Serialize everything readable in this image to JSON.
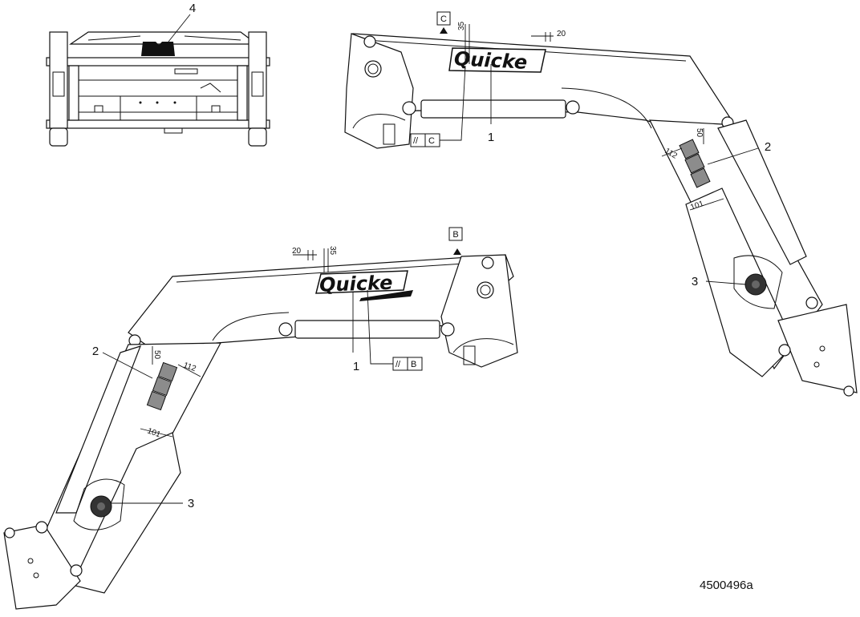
{
  "callouts": {
    "front_view_4": "4",
    "right_arm_1": "1",
    "right_arm_2": "2",
    "right_arm_3": "3",
    "left_arm_1": "1",
    "left_arm_2": "2",
    "left_arm_3": "3"
  },
  "dimensions": {
    "right_35": "35",
    "right_20": "20",
    "right_112": "112",
    "right_50": "50",
    "right_101": "101",
    "left_20": "20",
    "left_35": "35",
    "left_50": "50",
    "left_112": "112",
    "left_101": "101"
  },
  "datums": {
    "right_datum": "C",
    "right_parallel_ref": "C",
    "left_datum": "B",
    "left_parallel_ref": "B",
    "parallel_symbol": "//"
  },
  "brand": {
    "logo_text": "Quicke"
  },
  "figure": {
    "part_number": "4500496a"
  },
  "colors": {
    "line": "#111111",
    "background": "#ffffff",
    "decal_fill": "#8c8c8c",
    "knob_fill": "#333333"
  }
}
